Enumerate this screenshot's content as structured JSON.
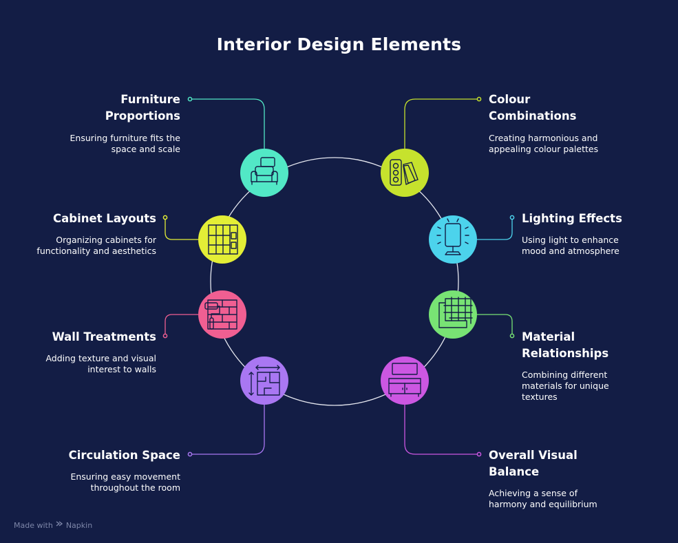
{
  "title": "Interior Design Elements",
  "items": [
    {
      "label": "Furniture Proportions",
      "desc": "Ensuring furniture fits the space and scale",
      "icon": "sofa-icon",
      "color": "#52e8c6"
    },
    {
      "label": "Colour Combinations",
      "desc": "Creating harmonious and appealing colour palettes",
      "icon": "color-swatch-icon",
      "color": "#c6e22d"
    },
    {
      "label": "Cabinet Layouts",
      "desc": "Organizing cabinets for functionality and aesthetics",
      "icon": "cabinet-icon",
      "color": "#e3ee36"
    },
    {
      "label": "Lighting Effects",
      "desc": "Using light to enhance mood and atmosphere",
      "icon": "lamp-icon",
      "color": "#4cd3ec"
    },
    {
      "label": "Wall Treatments",
      "desc": "Adding texture and visual interest to walls",
      "icon": "paint-roller-icon",
      "color": "#f05f92"
    },
    {
      "label": "Material Relationships",
      "desc": "Combining different materials for unique textures",
      "icon": "material-grid-icon",
      "color": "#78e374"
    },
    {
      "label": "Circulation Space",
      "desc": "Ensuring easy movement throughout the room",
      "icon": "floor-plan-icon",
      "color": "#a977f2"
    },
    {
      "label": "Overall Visual Balance",
      "desc": "Achieving a sense of harmony and equilibrium",
      "icon": "sideboard-icon",
      "color": "#cc57e2"
    }
  ],
  "footer": {
    "made_with": "Made with",
    "brand": "Napkin"
  }
}
